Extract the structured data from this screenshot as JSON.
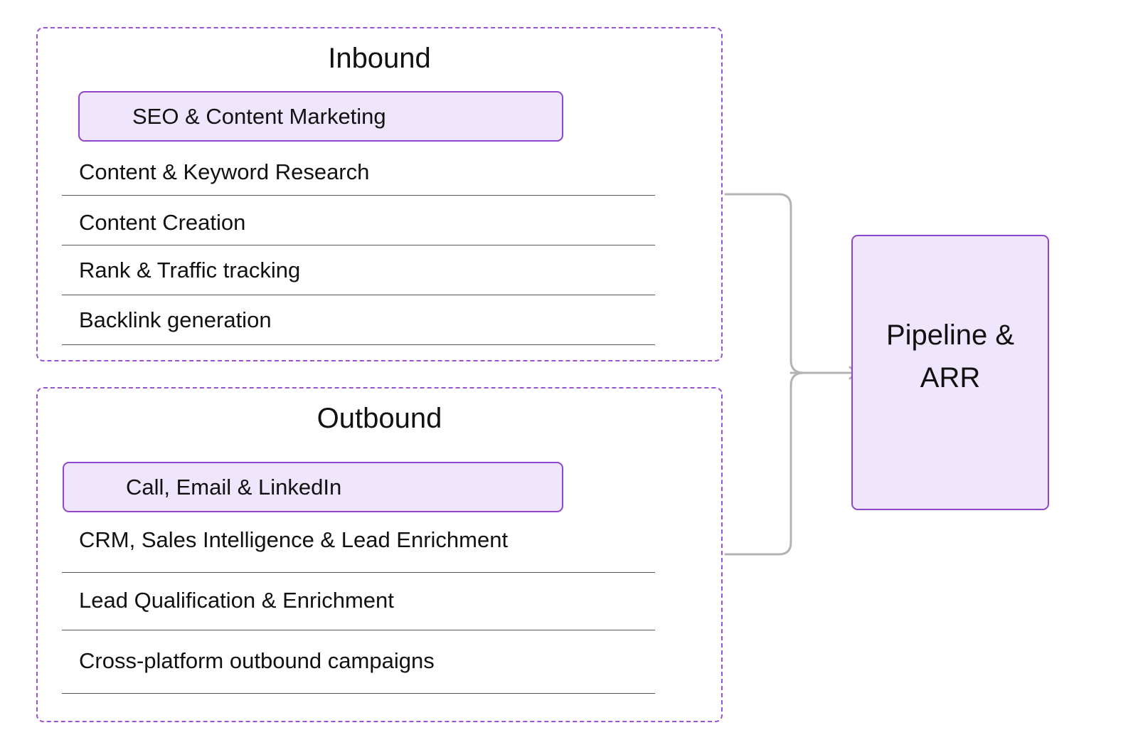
{
  "inbound": {
    "title": "Inbound",
    "highlight": "SEO & Content Marketing",
    "items": [
      "Content & Keyword Research",
      "Content Creation",
      "Rank & Traffic tracking",
      "Backlink generation"
    ]
  },
  "outbound": {
    "title": "Outbound",
    "highlight": "Call, Email & LinkedIn",
    "items": [
      "CRM, Sales Intelligence & Lead Enrichment",
      "Lead Qualification & Enrichment",
      "Cross-platform outbound campaigns"
    ]
  },
  "target": {
    "label": "Pipeline & ARR"
  },
  "colors": {
    "accent_border": "#8d46c9",
    "accent_fill": "#efe5fd",
    "dashed_border": "#9a52d6",
    "connector": "#b3b3b3"
  }
}
